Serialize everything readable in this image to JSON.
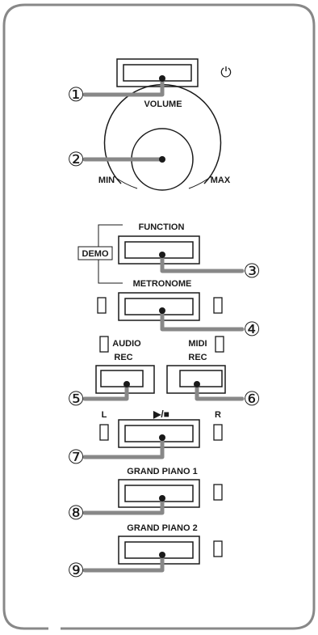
{
  "panel": {
    "power_symbol": "⏻",
    "labels": {
      "volume": "VOLUME",
      "min": "MIN",
      "max": "MAX",
      "function": "FUNCTION",
      "demo": "DEMO",
      "metronome": "METRONOME",
      "audio_rec_line1": "AUDIO",
      "audio_rec_line2": "REC",
      "midi_rec_line1": "MIDI",
      "midi_rec_line2": "REC",
      "left": "L",
      "right": "R",
      "play_stop": "▶/■",
      "grand_piano_1": "GRAND PIANO 1",
      "grand_piano_2": "GRAND PIANO 2"
    },
    "callouts": [
      "①",
      "②",
      "③",
      "④",
      "⑤",
      "⑥",
      "⑦",
      "⑧",
      "⑨"
    ]
  },
  "colors": {
    "outline": "#1a1a1a",
    "panel_border": "#888888",
    "leader_line": "#888888"
  }
}
